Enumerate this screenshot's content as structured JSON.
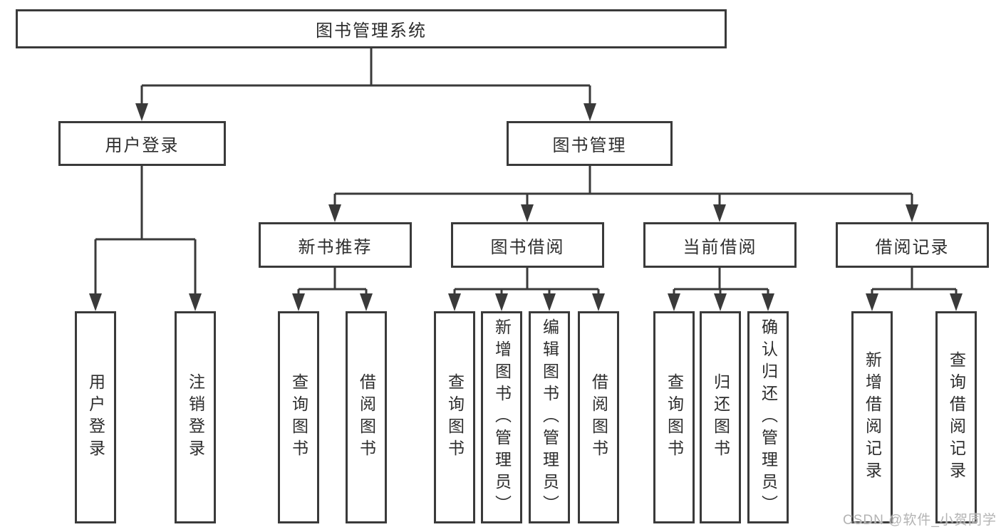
{
  "colors": {
    "line": "#3a3a3a",
    "text": "#2d2d2d",
    "watermark": "#b3b3b3",
    "background": "#ffffff"
  },
  "watermark": {
    "text": "CSDN @软件_小贺同学"
  },
  "tree": {
    "root": {
      "label": "图书管理系统"
    },
    "branches": [
      {
        "label": "用户登录",
        "children": [
          {
            "label": "用户登录"
          },
          {
            "label": "注销登录"
          }
        ]
      },
      {
        "label": "图书管理",
        "groups": [
          {
            "label": "新书推荐",
            "children": [
              {
                "label": "查询图书"
              },
              {
                "label": "借阅图书"
              }
            ]
          },
          {
            "label": "图书借阅",
            "children": [
              {
                "label": "查询图书"
              },
              {
                "label": "新增图书（管理员）"
              },
              {
                "label": "编辑图书（管理员）"
              },
              {
                "label": "借阅图书"
              }
            ]
          },
          {
            "label": "当前借阅",
            "children": [
              {
                "label": "查询图书"
              },
              {
                "label": "归还图书"
              },
              {
                "label": "确认归还（管理员）"
              }
            ]
          },
          {
            "label": "借阅记录",
            "children": [
              {
                "label": "新增借阅记录"
              },
              {
                "label": "查询借阅记录"
              }
            ]
          }
        ]
      }
    ]
  }
}
